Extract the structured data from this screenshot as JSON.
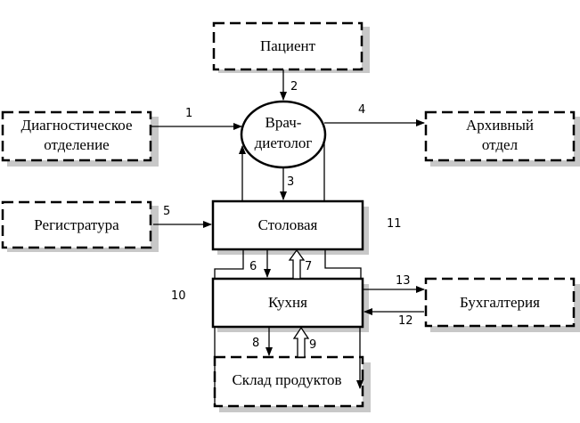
{
  "diagram": {
    "nodes": {
      "patient": {
        "label": "Пациент",
        "style": "dashed"
      },
      "diagnostics": {
        "line1": "Диагностическое",
        "line2": "отделение",
        "style": "dashed"
      },
      "doctor": {
        "line1": "Врач-",
        "line2": "диетолог",
        "style": "ellipse"
      },
      "archive": {
        "line1": "Архивный",
        "line2": "отдел",
        "style": "dashed"
      },
      "registry": {
        "label": "Регистратура",
        "style": "dashed"
      },
      "canteen": {
        "label": "Столовая",
        "style": "solid"
      },
      "kitchen": {
        "label": "Кухня",
        "style": "solid"
      },
      "accounting": {
        "label": "Бухгалтерия",
        "style": "dashed"
      },
      "warehouse": {
        "label": "Склад продуктов",
        "style": "dashed"
      }
    },
    "flows": [
      {
        "id": "1",
        "from": "Диагностическое отделение",
        "to": "Врач-диетолог"
      },
      {
        "id": "2",
        "from": "Пациент",
        "to": "Врач-диетолог"
      },
      {
        "id": "3",
        "from": "Врач-диетолог",
        "to": "Столовая"
      },
      {
        "id": "4",
        "from": "Врач-диетолог",
        "to": "Архивный отдел"
      },
      {
        "id": "5",
        "from": "Регистратура",
        "to": "Столовая"
      },
      {
        "id": "6",
        "from": "Столовая",
        "to": "Кухня"
      },
      {
        "id": "7",
        "from": "Кухня",
        "to": "Столовая"
      },
      {
        "id": "8",
        "from": "Кухня",
        "to": "Склад продуктов"
      },
      {
        "id": "9",
        "from": "Склад продуктов",
        "to": "Кухня"
      },
      {
        "id": "10",
        "note": "loop Кухня–Склад"
      },
      {
        "id": "11",
        "note": "loop Столовая–Врач"
      },
      {
        "id": "12",
        "from": "Бухгалтерия",
        "to": "Кухня"
      },
      {
        "id": "13",
        "from": "Кухня",
        "to": "Бухгалтерия"
      }
    ],
    "labels": [
      "1",
      "2",
      "3",
      "4",
      "5",
      "6",
      "7",
      "8",
      "9",
      "10",
      "11",
      "12",
      "13"
    ]
  }
}
